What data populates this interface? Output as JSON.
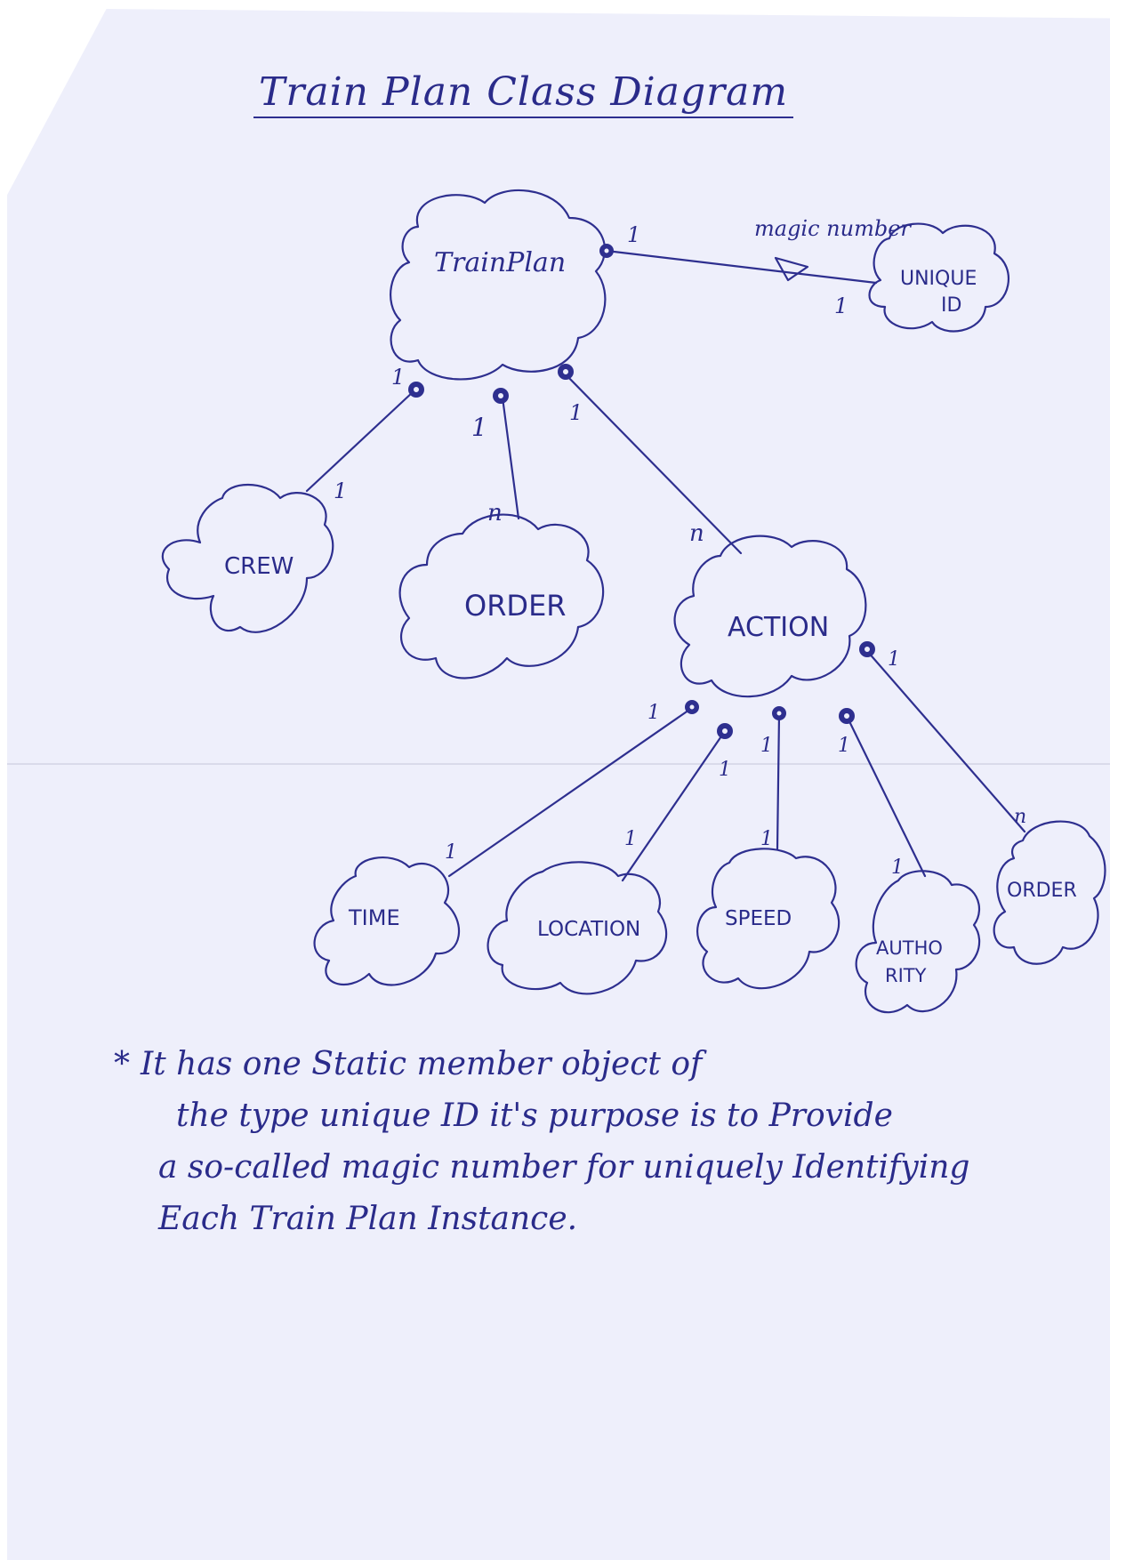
{
  "title": "Train Plan Class Diagram",
  "classes": {
    "trainplan": "TrainPlan",
    "unique_id_line1": "UNIQUE",
    "unique_id_line2": "ID",
    "crew": "CREW",
    "order_top": "ORDER",
    "action": "ACTION",
    "time": "TIME",
    "location": "LOCATION",
    "speed": "SPEED",
    "authority_line1": "AUTHO",
    "authority_line2": "RITY",
    "order_bottom": "ORDER"
  },
  "association_label": "magic number",
  "multiplicities": {
    "trainplan_uid": "1",
    "uid_trainplan": "1",
    "trainplan_crew": "1",
    "crew_trainplan": "1",
    "trainplan_order": "1",
    "order_trainplan": "n",
    "trainplan_action": "1",
    "action_trainplan": "n",
    "action_time": "1",
    "time_action": "1",
    "action_location": "1",
    "location_action": "1",
    "action_speed": "1",
    "speed_action": "1",
    "action_authority": "1",
    "authority_action": "1",
    "action_order": "1",
    "order_action": "n"
  },
  "note": {
    "bullet": "*",
    "line1": "It has one Static member object of",
    "line2": "the type unique ID it's purpose is to Provide",
    "line3": "a so-called magic number for uniquely Identifying",
    "line4": "Each Train Plan Instance."
  }
}
